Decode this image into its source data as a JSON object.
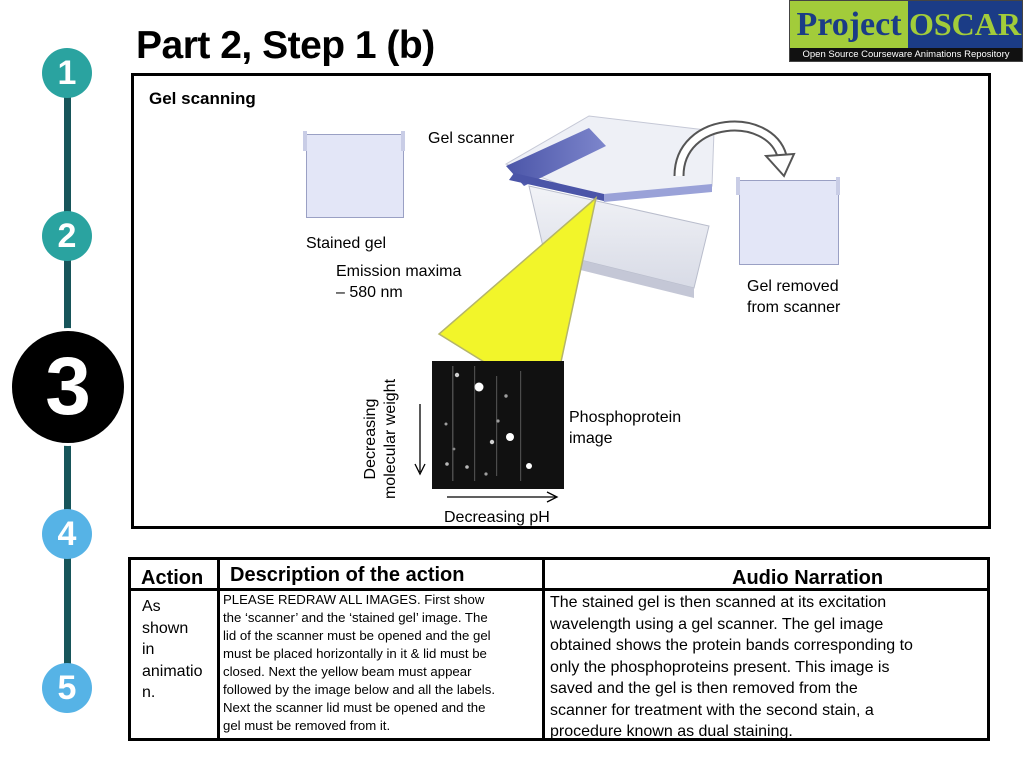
{
  "title": "Part 2, Step 1 (b)",
  "logo": {
    "word1": "Project",
    "word2": "OSCAR",
    "tagline": "Open Source Courseware Animations Repository"
  },
  "steps": [
    "1",
    "2",
    "3",
    "4",
    "5"
  ],
  "diagram": {
    "heading": "Gel scanning",
    "gel_scanner": "Gel scanner",
    "stained_gel": "Stained gel",
    "emission_line1": "Emission maxima",
    "emission_line2": "– 580 nm",
    "removed_line1": "Gel removed",
    "removed_line2": "from scanner",
    "phospho_line1": "Phosphoprotein",
    "phospho_line2": "image",
    "mw_line1": "Decreasing",
    "mw_line2": "molecular weight",
    "ph": "Decreasing pH"
  },
  "table": {
    "headers": {
      "action": "Action",
      "description": "Description of the action",
      "narration": "Audio Narration"
    },
    "action_lines": [
      "As",
      "shown",
      "in",
      "animatio",
      "n."
    ],
    "description_lines": [
      "PLEASE REDRAW ALL IMAGES. First show",
      "the ‘scanner’ and the ‘stained gel’ image. The",
      "lid of the scanner must be opened and the gel",
      "must be placed horizontally in it & lid must be",
      "closed. Next the yellow beam must appear",
      "followed by the image below and all the labels.",
      "Next the scanner lid must be opened and the",
      "gel must be removed from it."
    ],
    "narration_lines": [
      "The stained gel is then scanned at its excitation",
      "wavelength using a gel scanner. The gel image",
      "obtained shows the protein bands corresponding to",
      "only the phosphoproteins present. This image is",
      "saved and the gel is then removed from the",
      "scanner for treatment with the second stain, a",
      "procedure known as dual staining."
    ]
  }
}
